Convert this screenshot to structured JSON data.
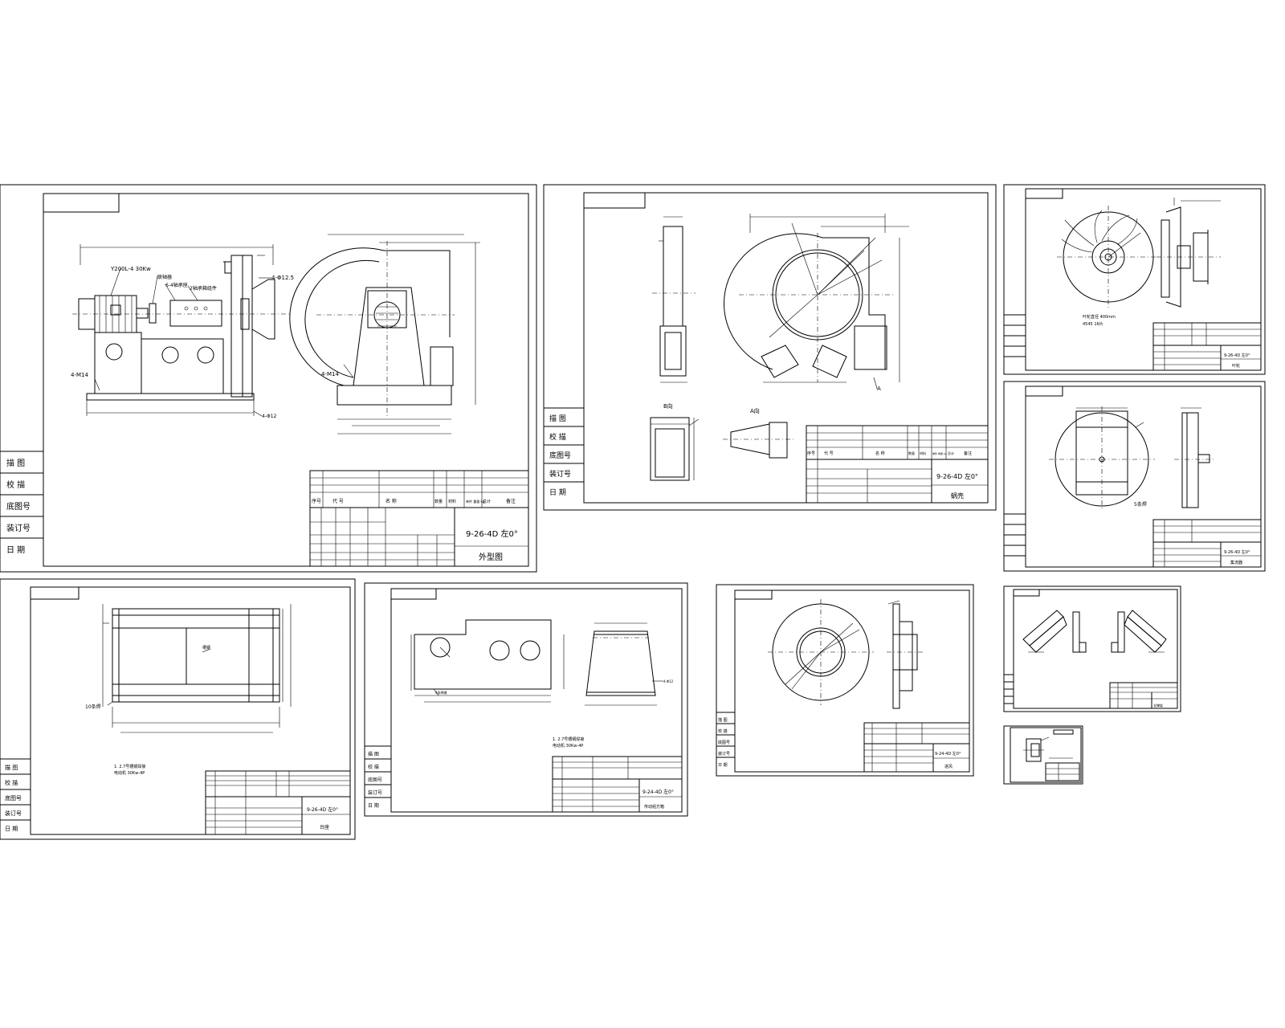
{
  "side_block": {
    "labels": [
      "描 图",
      "校 描",
      "底图号",
      "装订号",
      "日 期"
    ]
  },
  "sheet1": {
    "title": "9-26-4D 左0°",
    "name": "外型图",
    "callouts": {
      "motor": "Y200L-4 30Kw",
      "coupling": "联轴器",
      "bearing": "6-4轴承座",
      "bearing_box": "2轴承箱组件",
      "bolts_a": "4-M14",
      "bolts_b": "4-M14",
      "flange": "4-Φ12.5",
      "holes": "4-Φ12"
    },
    "table_header": [
      "序号",
      "代 号",
      "名 称",
      "数量",
      "材料",
      "单件 重量 kg",
      "总计",
      "备注"
    ]
  },
  "sheet2": {
    "title": "9-26-4D 左0°",
    "name": "蜗壳",
    "view_b": "B向",
    "view_a": "A向",
    "section_mark": "A",
    "table_header": [
      "序号",
      "代 号",
      "名 称",
      "数量",
      "材料",
      "单件 重量 kg",
      "总计",
      "备注"
    ]
  },
  "sheet3": {
    "title": "9-26-4D 左0°",
    "name": "叶轮",
    "note_lines": [
      "叶轮直径 400mm",
      "4545  16片"
    ]
  },
  "sheet4": {
    "title": "9-26-4D 左0°",
    "name": "集流器",
    "callout": "5条焊"
  },
  "sheet5": {
    "title": "9-26-4D 左0°",
    "name": "台座",
    "callout_center": "槽钢",
    "callout_weld": "10条焊",
    "note1": "1. 2.7号槽钢焊接",
    "note2": "电动机    30Kw-4P"
  },
  "sheet6": {
    "title": "9-24-4D 左0°",
    "name": "传动组方箱",
    "note1": "1. 2.7号槽钢焊接",
    "note2": "电动机    30Kw-4P",
    "callout_a": "4条焊缝",
    "callout_b": "4-Φ12"
  },
  "sheet7": {
    "title": "9-24-4D 左0°",
    "name": "进风"
  },
  "sheet8": {
    "name": "支撑架"
  }
}
